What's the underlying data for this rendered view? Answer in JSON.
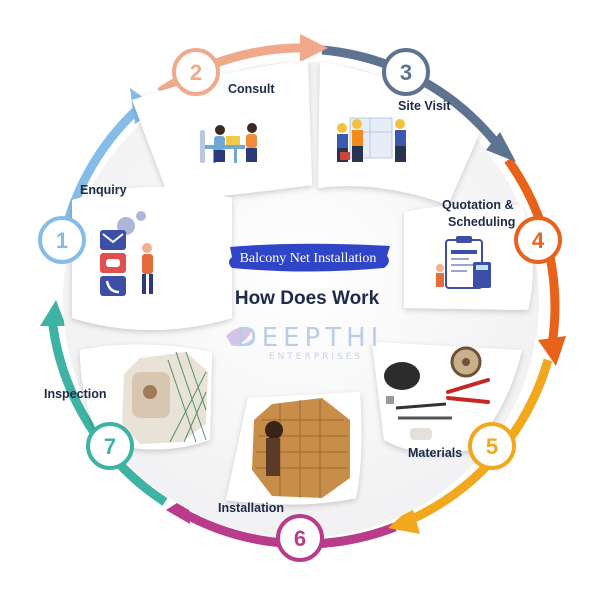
{
  "center": {
    "band_text": "Balcony Net Installation",
    "title": "How Does Work",
    "brand_name": "DEEPTHI",
    "brand_sub": "ENTERPRISES"
  },
  "steps": [
    {
      "number": "1",
      "label": "Enquiry",
      "color": "#86bde8"
    },
    {
      "number": "2",
      "label": "Consult",
      "color": "#f0a98a"
    },
    {
      "number": "3",
      "label": "Site Visit",
      "color": "#5d7390"
    },
    {
      "number": "4",
      "label_line1": "Quotation &",
      "label_line2": "Scheduling",
      "color": "#e8621c"
    },
    {
      "number": "5",
      "label": "Materials",
      "color": "#f2a81c"
    },
    {
      "number": "6",
      "label": "Installation",
      "color": "#b93c8c"
    },
    {
      "number": "7",
      "label": "Inspection",
      "color": "#3fb3a3"
    }
  ],
  "colors": {
    "band_blue": "#2f44c6",
    "title_navy": "#1d2a4a",
    "brand_light": "#b9cde6"
  }
}
